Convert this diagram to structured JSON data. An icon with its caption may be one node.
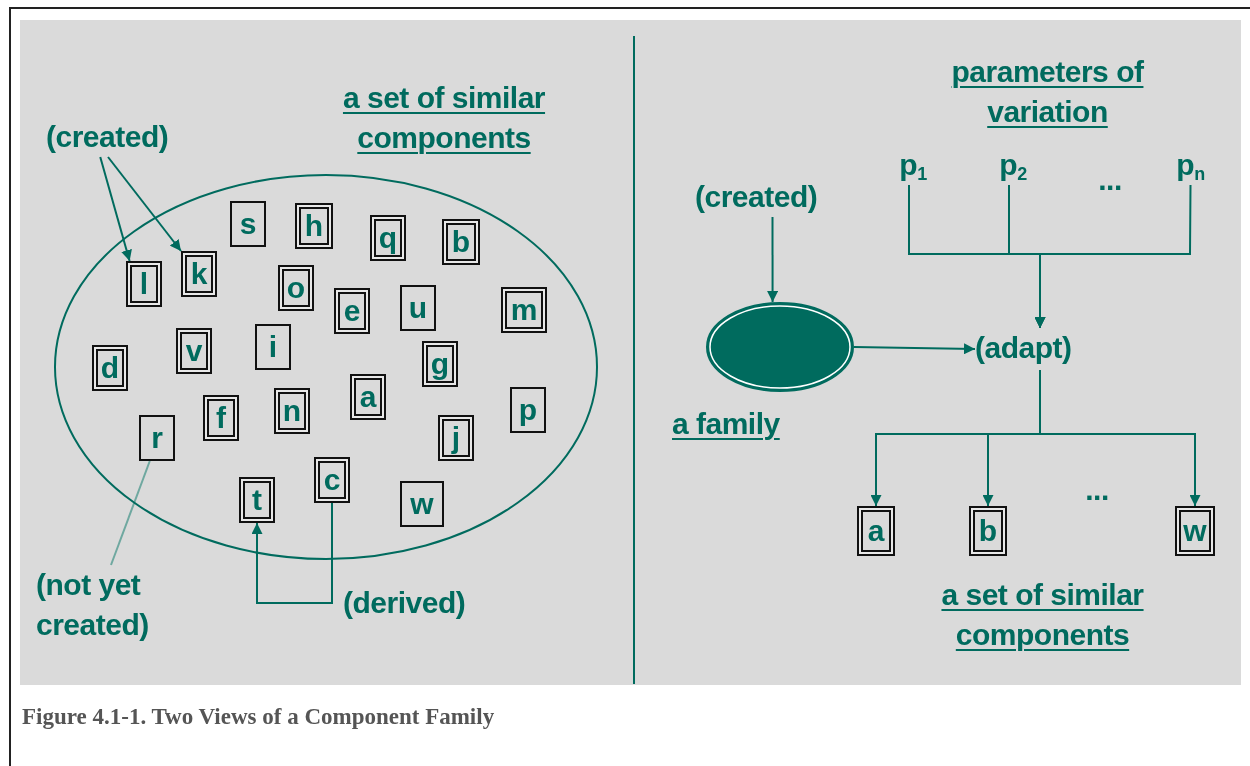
{
  "diagram": {
    "caption": "Figure 4.1-1. Two Views of a Component Family",
    "nodes": [
      {
        "text": [
          "a set of similar components"
        ]
      },
      {
        "text": [
          "(created)"
        ]
      },
      {
        "text": [
          "s"
        ],
        "in": 0
      },
      {
        "text": [
          "h"
        ],
        "in": 0
      },
      {
        "text": [
          "q"
        ],
        "in": 0
      },
      {
        "text": [
          "b"
        ],
        "in": 0
      },
      {
        "text": [
          "k"
        ],
        "in": 0
      },
      {
        "text": [
          "l"
        ],
        "in": 0
      },
      {
        "text": [
          "o"
        ],
        "in": 0
      },
      {
        "text": [
          "u"
        ],
        "in": 0
      },
      {
        "text": [
          "m"
        ],
        "in": 0
      },
      {
        "text": [
          "e"
        ],
        "in": 0
      },
      {
        "text": [
          "i"
        ],
        "in": 0
      },
      {
        "text": [
          "v"
        ],
        "in": 0
      },
      {
        "text": [
          "g"
        ],
        "in": 0
      },
      {
        "text": [
          "d"
        ],
        "in": 0
      },
      {
        "text": [
          "a"
        ],
        "in": 0
      },
      {
        "text": [
          "p"
        ],
        "in": 0
      },
      {
        "text": [
          "n"
        ],
        "in": 0
      },
      {
        "text": [
          "f"
        ],
        "in": 0
      },
      {
        "text": [
          "j"
        ],
        "in": 0
      },
      {
        "text": [
          "r"
        ],
        "in": 0
      },
      {
        "text": [
          "c"
        ],
        "in": 0
      },
      {
        "text": [
          "t"
        ],
        "in": 0
      },
      {
        "text": [
          "w"
        ],
        "in": 0
      },
      {
        "text": [
          "(not yet created)"
        ]
      },
      {
        "text": [
          "(created)"
        ]
      },
      {
        "text": [],
        "shape": "ellipse",
        "beside": [
          "a family"
        ]
      },
      {
        "text": [
          "p$_{1}$"
        ]
      },
      {
        "text": [
          "p$_{2}$"
        ]
      },
      {
        "text": [
          "p$_{n}$"
        ]
      },
      {
        "text": [
          "(adapt)"
        ]
      },
      {
        "text": [
          "a"
        ]
      },
      {
        "text": [
          "b"
        ]
      },
      {
        "text": [
          "w"
        ]
      }
    ],
    "edges": [
      {
        "from": 1,
        "to": 7,
        "arrow": "to"
      },
      {
        "from": 1,
        "to": 6,
        "arrow": "to"
      },
      {
        "from": 25,
        "to": 21,
        "arrow": "none",
        "color": "#6fa8a0"
      },
      {
        "from": 22,
        "to": 23,
        "arrow": "to",
        "label": "(derived)"
      },
      {
        "from": 26,
        "to": 27,
        "arrow": "to"
      },
      {
        "from": 27,
        "to": 31,
        "arrow": "to"
      },
      {
        "from": 28,
        "to": 31,
        "arrow": "to"
      },
      {
        "from": 29,
        "to": 31,
        "arrow": "to"
      },
      {
        "from": 30,
        "to": 31,
        "arrow": "to"
      },
      {
        "from": 31,
        "to": 32,
        "arrow": "to"
      },
      {
        "from": 31,
        "to": 33,
        "arrow": "to"
      },
      {
        "from": 31,
        "to": 34,
        "arrow": "to"
      }
    ],
    "labels": [
      "parameters of variation",
      "...",
      "...",
      "a set of similar components"
    ]
  }
}
